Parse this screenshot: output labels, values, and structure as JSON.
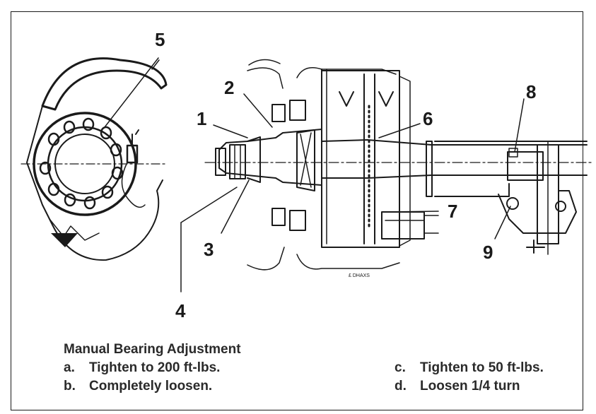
{
  "callouts": [
    "1",
    "2",
    "3",
    "4",
    "5",
    "6",
    "7",
    "8",
    "9"
  ],
  "caption": {
    "title": "Manual Bearing Adjustment",
    "steps": [
      {
        "letter": "a.",
        "text": "Tighten to 200 ft-lbs."
      },
      {
        "letter": "b.",
        "text": "Completely loosen."
      },
      {
        "letter": "c.",
        "text": "Tighten to 50 ft-lbs."
      },
      {
        "letter": "d.",
        "text": "Loosen 1/4 turn"
      }
    ]
  },
  "fine_print": "£ DHAXS"
}
